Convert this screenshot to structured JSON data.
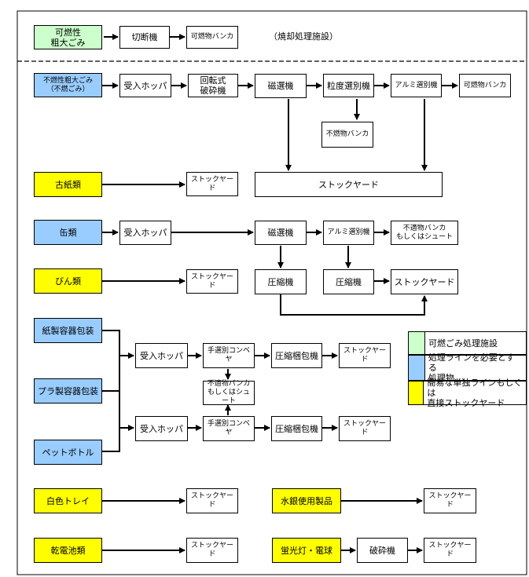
{
  "burnable": {
    "source": "可燃性\n粗大ごみ",
    "cutter": "切断機",
    "bunker": "可燃物バンカ",
    "note": "（焼却処理施設）"
  },
  "nonburnable": {
    "source": "不燃性粗大ごみ\n（不燃ごみ）",
    "hopper": "受入ホッパ",
    "crusher": "回転式\n破砕機",
    "magnet": "磁選機",
    "size_sorter": "粒度選別機",
    "alu_sorter": "アルミ選別機",
    "burnable_bunker": "可燃物バンカ",
    "nonburn_bunker": "不燃物バンカ",
    "stockyard_big": "ストックヤード"
  },
  "paper": {
    "source": "古紙類",
    "stockyard": "ストックヤード"
  },
  "cans": {
    "source": "缶類",
    "hopper": "受入ホッパ",
    "magnet": "磁選機",
    "alu_sorter": "アルミ選別機",
    "unfit": "不適物バンカ\nもしくはシュート",
    "press1": "圧縮機",
    "press2": "圧縮機",
    "stockyard": "ストックヤード"
  },
  "bottles": {
    "source": "びん類",
    "stockyard": "ストックヤード"
  },
  "packaging": {
    "paper_src": "紙製容器包装",
    "plastic_src": "プラ製容器包装",
    "pet_src": "ペットボトル",
    "hopper1": "受入ホッパ",
    "conveyor1": "手選別コンベヤ",
    "baler1": "圧縮梱包機",
    "stockyard1": "ストックヤード",
    "unfit": "不適物バンカ\nもしくはシュート",
    "hopper2": "受入ホッパ",
    "conveyor2": "手選別コンベヤ",
    "baler2": "圧縮梱包機",
    "stockyard2": "ストックヤード"
  },
  "trays": {
    "source": "白色トレイ",
    "stockyard": "ストックヤード"
  },
  "mercury": {
    "source": "水銀使用製品",
    "stockyard": "ストックヤード"
  },
  "batteries": {
    "source": "乾電池類",
    "stockyard": "ストックヤード"
  },
  "lamps": {
    "source": "蛍光灯・電球",
    "crusher": "破砕機",
    "stockyard": "ストックヤード"
  },
  "legend": [
    {
      "color": "#ccffcc",
      "text": "可燃ごみ処理施設"
    },
    {
      "color": "#99ccff",
      "text": "処理ラインを必要とする\n処理物"
    },
    {
      "color": "#ffff00",
      "text": "簡易な単独ラインもしくは\n直接ストックヤード"
    }
  ]
}
